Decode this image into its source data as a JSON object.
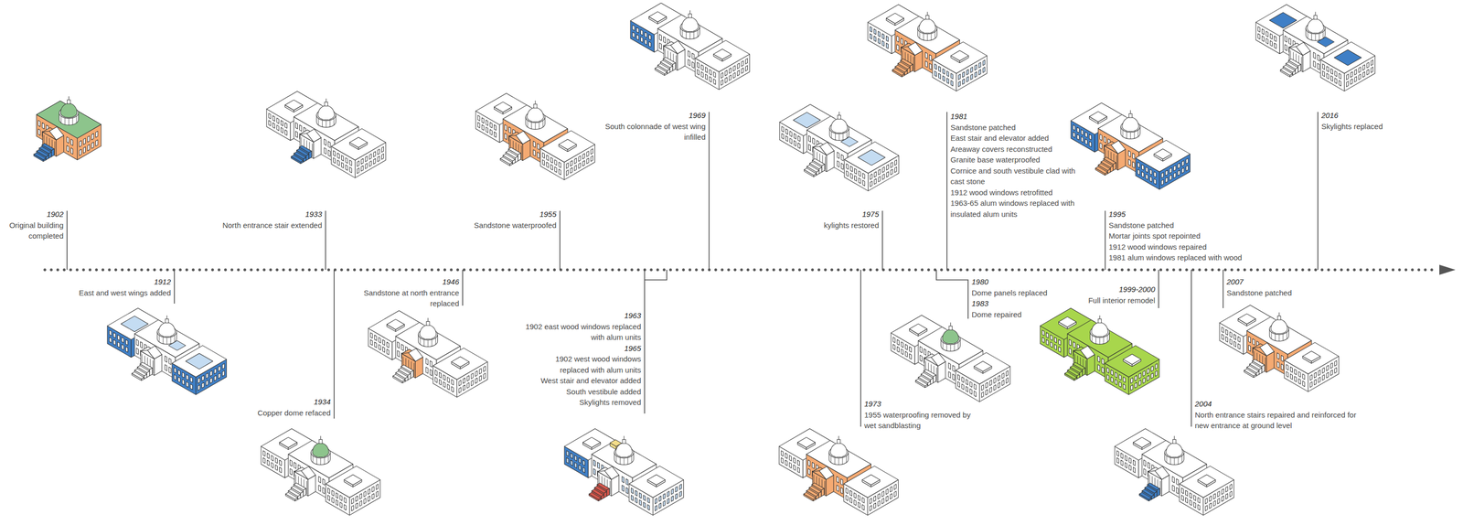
{
  "diagram": {
    "labels": [
      "1902",
      "Original building completed",
      "1912",
      "East and west wings added",
      "1933",
      "North entrance stair extended",
      "1934",
      "Copper dome refaced",
      "1946",
      "Sandstone at north entrance replaced",
      "1955",
      "Sandstone waterproofed",
      "1963",
      "1902 east wood windows replaced with alum units",
      "1965",
      "1902 west wood windows replaced with alum units",
      "West stair and elevator added",
      "South vestibule added",
      "Skylights removed",
      "1969",
      "South colonnade of west wing infilled",
      "1973",
      "1955 waterproofing removed by wet sandblasting",
      "1975",
      "kylights restored",
      "1980",
      "Dome panels replaced",
      "1983",
      "Dome repaired",
      "1981",
      "Sandstone patched",
      "East stair and elevator added",
      "Areaway covers reconstructed",
      "Granite base waterproofed",
      "Cornice and south vestibule clad with cast stone",
      "1912 wood windows retrofitted",
      "1963-65 alum windows replaced with insulated alum units",
      "1995",
      "Sandstone patched",
      "Mortar joints spot repointed",
      "1912 wood windows repaired",
      "1981 alum windows replaced with wood",
      "1999-2000",
      "Full interior remodel",
      "2004",
      "North entrance stairs repaired and reinforced for new entrance at ground level",
      "2007",
      "Sandstone patched",
      "2016",
      "Skylights replaced"
    ]
  }
}
